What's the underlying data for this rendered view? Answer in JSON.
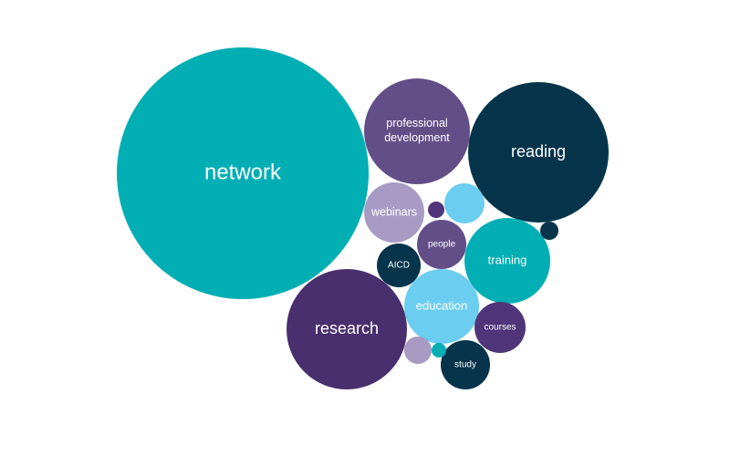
{
  "chart_data": {
    "type": "bubble",
    "title": "",
    "palette": {
      "teal": "#00AEB3",
      "purple_dark": "#4A2F6E",
      "purple_mid": "#634F88",
      "lavender": "#A79BC4",
      "sky": "#6BCDEF",
      "navy": "#06344A",
      "purple_small": "#50357A",
      "white": "#FFFFFF"
    },
    "bubbles": [
      {
        "label": "network",
        "value": 138,
        "color": "#00AEB3"
      },
      {
        "label": "research",
        "value": 66,
        "color": "#4A2F6E"
      },
      {
        "label": "reading",
        "value": 77,
        "color": "#06344A"
      },
      {
        "label": "professional development",
        "value": 58,
        "color": "#634F88"
      },
      {
        "label": "webinars",
        "value": 33,
        "color": "#A79BC4"
      },
      {
        "label": "training",
        "value": 47,
        "color": "#00AEB3"
      },
      {
        "label": "education",
        "value": 41,
        "color": "#6BCDEF"
      },
      {
        "label": "people",
        "value": 27,
        "color": "#634F88"
      },
      {
        "label": "courses",
        "value": 28,
        "color": "#50357A"
      },
      {
        "label": "study",
        "value": 27,
        "color": "#06344A"
      },
      {
        "label": "AICD",
        "value": 24,
        "color": "#06344A"
      },
      {
        "label": "",
        "value": 22,
        "color": "#6BCDEF"
      },
      {
        "label": "",
        "value": 15,
        "color": "#A79BC4"
      },
      {
        "label": "",
        "value": 10,
        "color": "#06344A"
      },
      {
        "label": "",
        "value": 9,
        "color": "#50357A"
      },
      {
        "label": "",
        "value": 8,
        "color": "#00AEB3"
      }
    ]
  }
}
